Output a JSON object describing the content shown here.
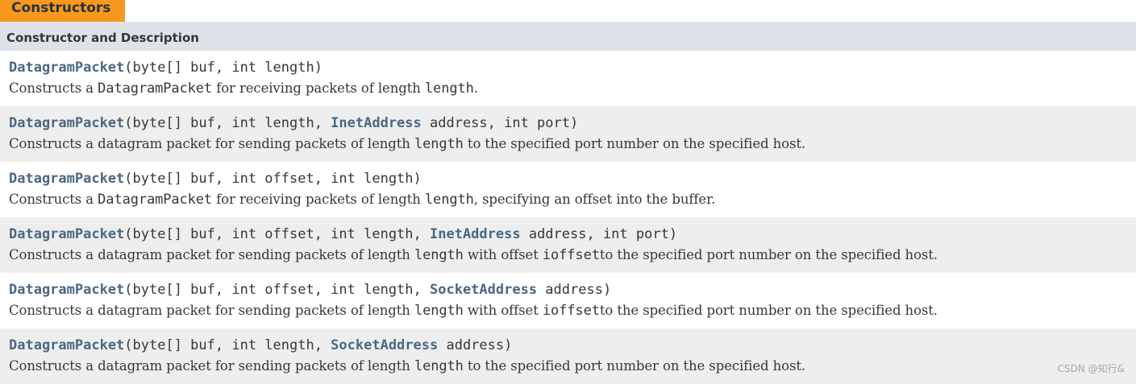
{
  "tab": {
    "label": "Constructors"
  },
  "table_header": {
    "label": "Constructor and Description"
  },
  "constructors": [
    {
      "name": "DatagramPacket",
      "sig_parts": [
        "(byte[] buf, int length)"
      ],
      "desc_parts": [
        "Constructs a ",
        "DatagramPacket",
        " for receiving packets of length ",
        "length",
        "."
      ]
    },
    {
      "name": "DatagramPacket",
      "sig_parts": [
        "(byte[] buf, int length, ",
        "InetAddress",
        " address, int port)"
      ],
      "desc_parts": [
        "Constructs a datagram packet for sending packets of length ",
        "length",
        " to the specified port number on the specified host."
      ]
    },
    {
      "name": "DatagramPacket",
      "sig_parts": [
        "(byte[] buf, int offset, int length)"
      ],
      "desc_parts": [
        "Constructs a ",
        "DatagramPacket",
        " for receiving packets of length ",
        "length",
        ", specifying an offset into the buffer."
      ]
    },
    {
      "name": "DatagramPacket",
      "sig_parts": [
        "(byte[] buf, int offset, int length, ",
        "InetAddress",
        " address, int port)"
      ],
      "desc_parts": [
        "Constructs a datagram packet for sending packets of length ",
        "length",
        " with offset ",
        "ioffset",
        "to the specified port number on the specified host."
      ]
    },
    {
      "name": "DatagramPacket",
      "sig_parts": [
        "(byte[] buf, int offset, int length, ",
        "SocketAddress",
        " address)"
      ],
      "desc_parts": [
        "Constructs a datagram packet for sending packets of length ",
        "length",
        " with offset ",
        "ioffset",
        "to the specified port number on the specified host."
      ]
    },
    {
      "name": "DatagramPacket",
      "sig_parts": [
        "(byte[] buf, int length, ",
        "SocketAddress",
        " address)"
      ],
      "desc_parts": [
        "Constructs a datagram packet for sending packets of length ",
        "length",
        " to the specified port number on the specified host."
      ]
    }
  ],
  "watermark": {
    "text": "CSDN @知行&"
  },
  "colors": {
    "tab_bg": "#f8981d",
    "header_bg": "#dee3e9",
    "alt_row_bg": "#eeeeef",
    "link": "#4a6782",
    "text": "#353833"
  }
}
